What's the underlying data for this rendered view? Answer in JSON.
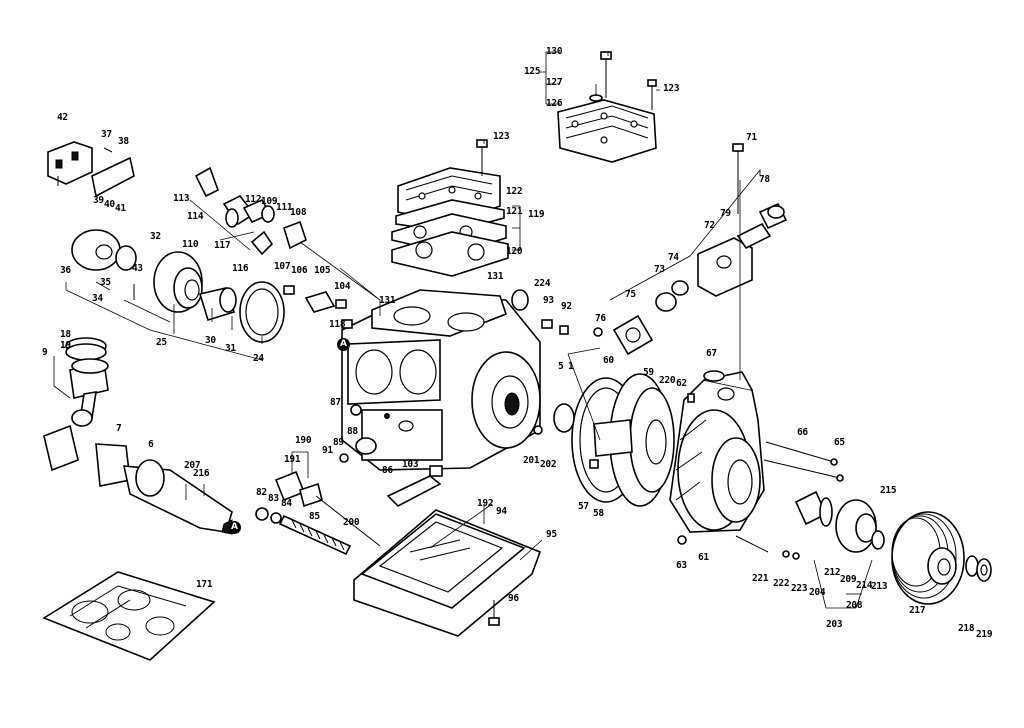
{
  "diagram": {
    "type": "exploded-parts-drawing",
    "reference_marker": "A",
    "part_numbers": [
      "1",
      "5",
      "6",
      "7",
      "9",
      "18",
      "19",
      "24",
      "25",
      "30",
      "31",
      "32",
      "34",
      "35",
      "36",
      "37",
      "38",
      "39",
      "40",
      "41",
      "42",
      "43",
      "57",
      "58",
      "59",
      "60",
      "61",
      "62",
      "63",
      "65",
      "66",
      "67",
      "71",
      "72",
      "73",
      "74",
      "75",
      "76",
      "78",
      "79",
      "82",
      "83",
      "84",
      "85",
      "86",
      "87",
      "88",
      "89",
      "91",
      "92",
      "93",
      "94",
      "95",
      "96",
      "103",
      "104",
      "105",
      "106",
      "107",
      "108",
      "109",
      "110",
      "111",
      "112",
      "113",
      "114",
      "116",
      "117",
      "118",
      "119",
      "120",
      "121",
      "122",
      "123",
      "123",
      "125",
      "126",
      "127",
      "130",
      "131",
      "131",
      "171",
      "190",
      "191",
      "192",
      "200",
      "201",
      "202",
      "203",
      "204",
      "207",
      "208",
      "209",
      "212",
      "213",
      "214",
      "215",
      "216",
      "217",
      "218",
      "219",
      "220",
      "221",
      "222",
      "223",
      "224"
    ]
  }
}
